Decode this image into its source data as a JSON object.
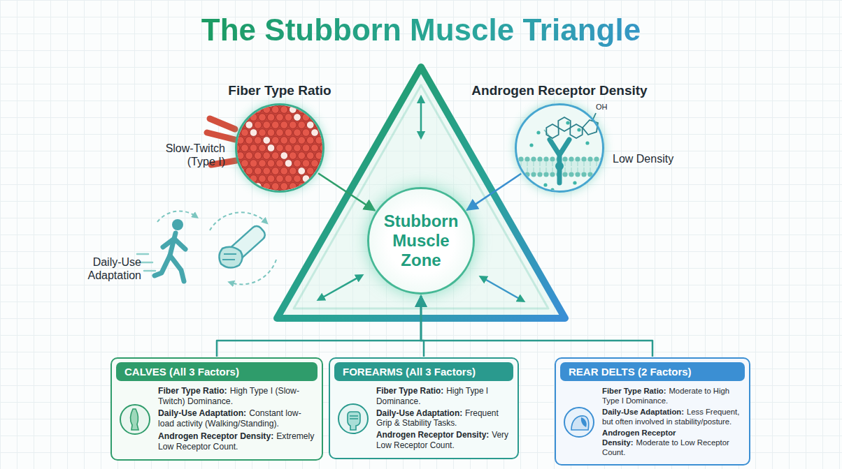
{
  "diagram": {
    "title": "The Stubborn Muscle Triangle",
    "nodes": [
      {
        "text": [
          "Fiber Type Ratio"
        ]
      },
      {
        "text": [
          "Androgen Receptor Density"
        ]
      },
      {
        "text": [
          "Stubborn Muscle Zone"
        ]
      },
      {
        "text": [
          "CALVES (All 3 Factors)",
          "Fiber Type Ratio:",
          "High Type I (Slow-Twitch) Dominance.",
          "Daily-Use Adaptation:",
          "Constant low-load activity (Walking/Standing).",
          "Androgen Receptor Density:",
          "Extremely Low Receptor Count."
        ]
      },
      {
        "text": [
          "FOREARMS (All 3 Factors)",
          "Fiber Type Ratio:",
          "High Type I Dominance.",
          "Daily-Use Adaptation:",
          "Frequent Grip & Stability Tasks.",
          "Androgen Receptor Density:",
          "Very Low Receptor Count."
        ]
      },
      {
        "text": [
          "REAR DELTS (2 Factors)",
          "Fiber Type Ratio:",
          "Moderate to High Type I Dominance.",
          "Daily-Use Adaptation:",
          "Less Frequent, but often involved in stability/posture.",
          "Androgen Receptor Density:",
          "Moderate to Low Receptor Count."
        ]
      }
    ],
    "edges": [
      {
        "from": 0,
        "to": 2,
        "arrow": "to"
      },
      {
        "from": 1,
        "to": 2,
        "arrow": "to"
      },
      {
        "from": 3,
        "to": 2,
        "arrow": "to"
      },
      {
        "from": 4,
        "to": 2,
        "arrow": "to"
      },
      {
        "from": 5,
        "to": 2,
        "arrow": "to"
      }
    ],
    "labels": [
      "Slow-Twitch (Type I)",
      "Low Density",
      "Daily-Use Adaptation",
      "OH"
    ]
  }
}
